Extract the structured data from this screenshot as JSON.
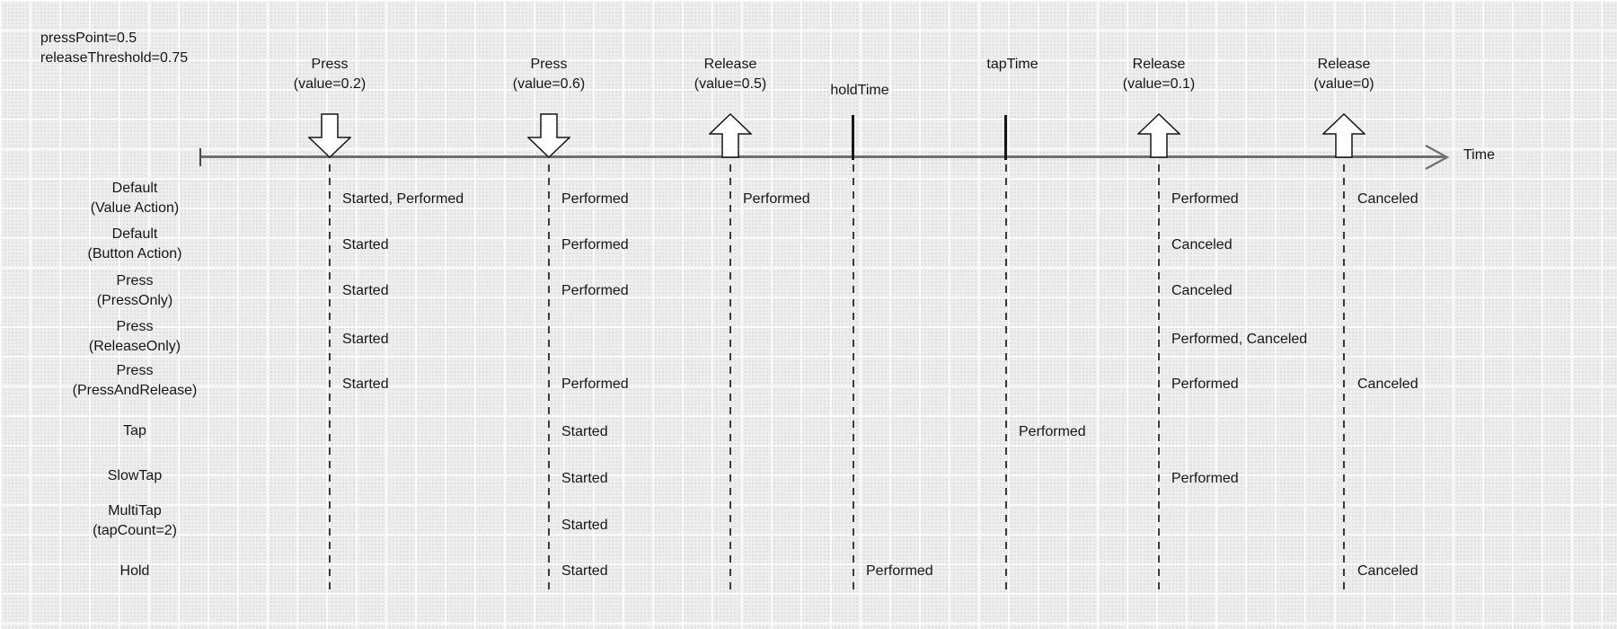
{
  "config": {
    "line1": "pressPoint=0.5",
    "line2": "releaseThreshold=0.75"
  },
  "timeline": {
    "time_label": "Time"
  },
  "events": [
    {
      "name": "press-value-0.2",
      "label1": "Press",
      "label2": "(value=0.2)",
      "marker": "down-arrow"
    },
    {
      "name": "press-value-0.6",
      "label1": "Press",
      "label2": "(value=0.6)",
      "marker": "down-arrow"
    },
    {
      "name": "release-value-0.5",
      "label1": "Release",
      "label2": "(value=0.5)",
      "marker": "up-arrow"
    },
    {
      "name": "hold-time",
      "label1": "holdTime",
      "marker": "tick"
    },
    {
      "name": "tap-time",
      "label1": "tapTime",
      "marker": "tick"
    },
    {
      "name": "release-value-0.1",
      "label1": "Release",
      "label2": "(value=0.1)",
      "marker": "up-arrow"
    },
    {
      "name": "release-value-0",
      "label1": "Release",
      "label2": "(value=0)",
      "marker": "up-arrow"
    }
  ],
  "rows": [
    {
      "label1": "Default",
      "label2": "(Value Action)",
      "cells": {
        "e1": "Started, Performed",
        "e2": "Performed",
        "e3": "Performed",
        "e6": "Performed",
        "e7": "Canceled"
      }
    },
    {
      "label1": "Default",
      "label2": "(Button Action)",
      "cells": {
        "e1": "Started",
        "e2": "Performed",
        "e6": "Canceled"
      }
    },
    {
      "label1": "Press",
      "label2": "(PressOnly)",
      "cells": {
        "e1": "Started",
        "e2": "Performed",
        "e6": "Canceled"
      }
    },
    {
      "label1": "Press",
      "label2": "(ReleaseOnly)",
      "cells": {
        "e1": "Started",
        "e6": "Performed, Canceled"
      }
    },
    {
      "label1": "Press",
      "label2": "(PressAndRelease)",
      "cells": {
        "e1": "Started",
        "e2": "Performed",
        "e6": "Performed",
        "e7": "Canceled"
      }
    },
    {
      "label1": "Tap",
      "cells": {
        "e2": "Started",
        "e5": "Performed"
      }
    },
    {
      "label1": "SlowTap",
      "cells": {
        "e2": "Started",
        "e6": "Performed"
      }
    },
    {
      "label1": "MultiTap",
      "label2": "(tapCount=2)",
      "cells": {
        "e2": "Started"
      }
    },
    {
      "label1": "Hold",
      "cells": {
        "e2": "Started",
        "e4": "Performed",
        "e7": "Canceled"
      }
    }
  ],
  "colors": {
    "text": "#161616",
    "timeline": "#6f6f6f",
    "dashed_line": "#3c3c3c",
    "arrow_fill": "#ffffff",
    "arrow_stroke": "#161616",
    "background": "#efeeee"
  }
}
